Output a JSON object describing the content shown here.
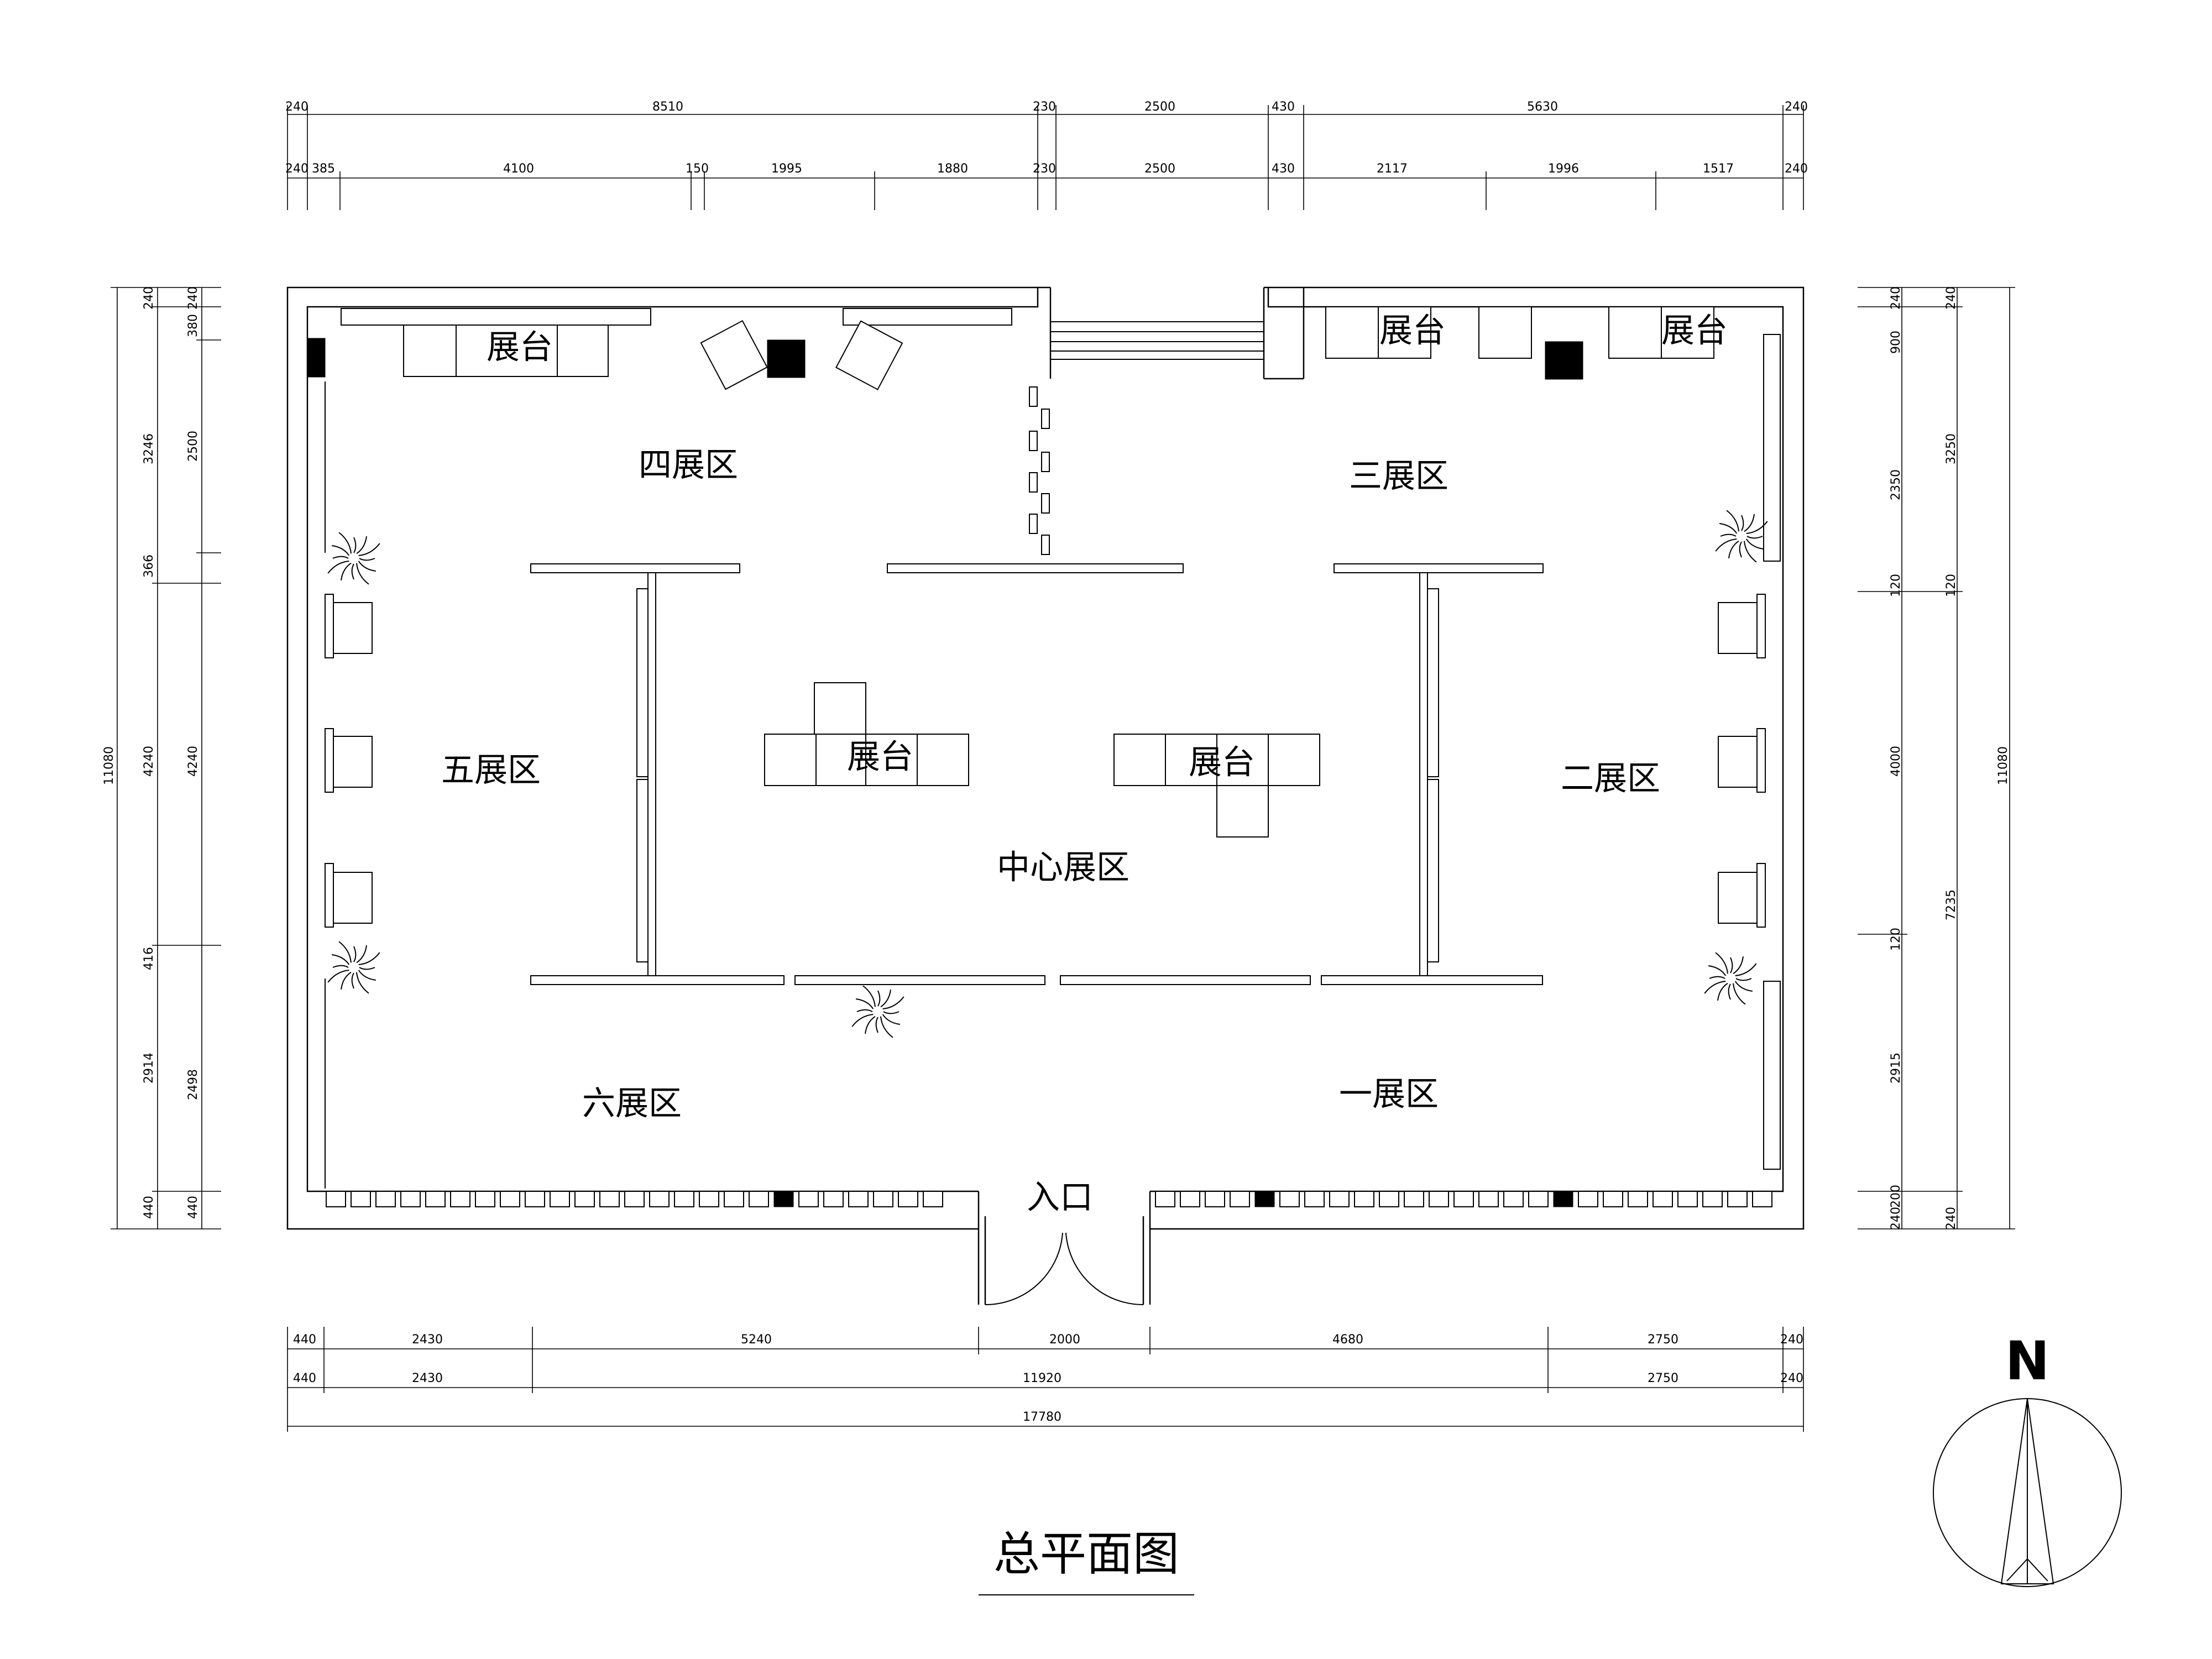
{
  "drawing_title": "总平面图",
  "north_label": "N",
  "zones": {
    "zone_1": "一展区",
    "zone_2": "二展区",
    "zone_3": "三展区",
    "zone_4": "四展区",
    "zone_5": "五展区",
    "zone_6": "六展区",
    "center": "中心展区",
    "entrance": "入口"
  },
  "booth_label": "展台",
  "dimensions": {
    "top_row1": [
      "240",
      "8510",
      "230",
      "2500",
      "430",
      "5630",
      "240"
    ],
    "top_row2": [
      "240",
      "385",
      "4100",
      "150",
      "1995",
      "1880",
      "230",
      "2500",
      "430",
      "2117",
      "1996",
      "1517",
      "240"
    ],
    "bottom_row1": [
      "440",
      "2430",
      "5240",
      "2000",
      "4680",
      "2750",
      "240"
    ],
    "bottom_row2": [
      "440",
      "2430",
      "11920",
      "2750",
      "240"
    ],
    "bottom_total": "17780",
    "left_outer": "11080",
    "left_mid": [
      "240",
      "3246",
      "366",
      "4240",
      "416",
      "2914",
      "440"
    ],
    "left_inner": [
      "240",
      "380",
      "2500",
      "4240",
      "2498",
      "440"
    ],
    "right_inner": [
      "240",
      "900",
      "2350",
      "120",
      "4000",
      "120",
      "2915",
      "200",
      "240"
    ],
    "right_mid": [
      "240",
      "3250",
      "120",
      "7235",
      "240"
    ],
    "right_outer": "11080"
  }
}
